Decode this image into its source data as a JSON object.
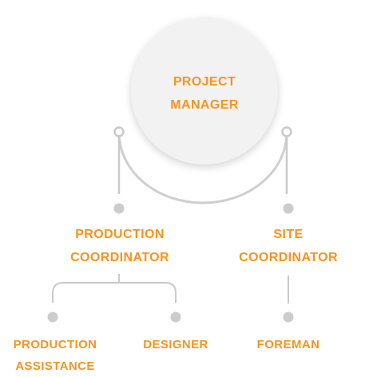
{
  "colors": {
    "accent": "#f7941d",
    "line": "#c9c9c9",
    "node": "#cccccc",
    "circle_fill": "#f2f2f2"
  },
  "root": {
    "lines": [
      "PROJECT",
      "MANAGER"
    ]
  },
  "level1": [
    {
      "lines": [
        "PRODUCTION",
        "COORDINATOR"
      ]
    },
    {
      "lines": [
        "SITE",
        "COORDINATOR"
      ]
    }
  ],
  "level2": [
    {
      "lines": [
        "PRODUCTION",
        "ASSISTANCE"
      ]
    },
    {
      "lines": [
        "DESIGNER"
      ]
    },
    {
      "lines": [
        "FOREMAN"
      ]
    }
  ]
}
